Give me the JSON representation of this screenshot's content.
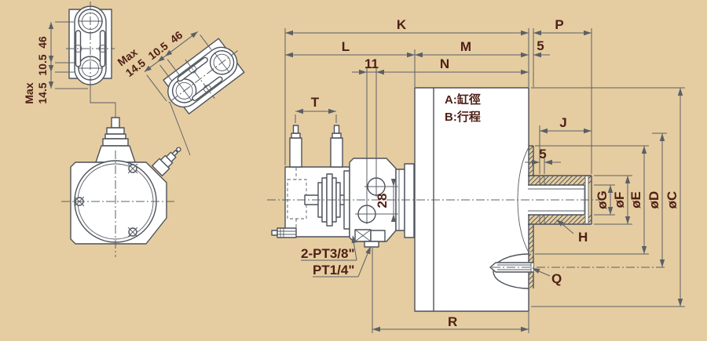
{
  "title": "Rotary clamp cylinder dimensional drawing",
  "colors": {
    "background": "#e5cda1",
    "object_line": "#4d525a",
    "dimension_line": "#5b6066",
    "text": "#4e1f15",
    "fill_white": "#ffffff"
  },
  "cylinder_note": {
    "line1": "A:缸徑",
    "line2": "B:行程"
  },
  "dims": {
    "K": "K",
    "P": "P",
    "L": "L",
    "M": "M",
    "N": "N",
    "J": "J",
    "T": "T",
    "H": "H",
    "Q": "Q",
    "R": "R",
    "five_top": "5",
    "five_boss": "5",
    "eleven": "11",
    "twenty_eight": "28",
    "dia_g": "øG",
    "dia_f": "øF",
    "dia_e": "øE",
    "dia_d": "øD",
    "dia_c": "øC"
  },
  "ports": {
    "ports_38": "2-PT3/8\"",
    "port_14": "PT1/4\""
  },
  "mount_chain": {
    "max_label": "Max",
    "max_value": "14.5",
    "mid_value": "10.5",
    "top_value": "46"
  }
}
